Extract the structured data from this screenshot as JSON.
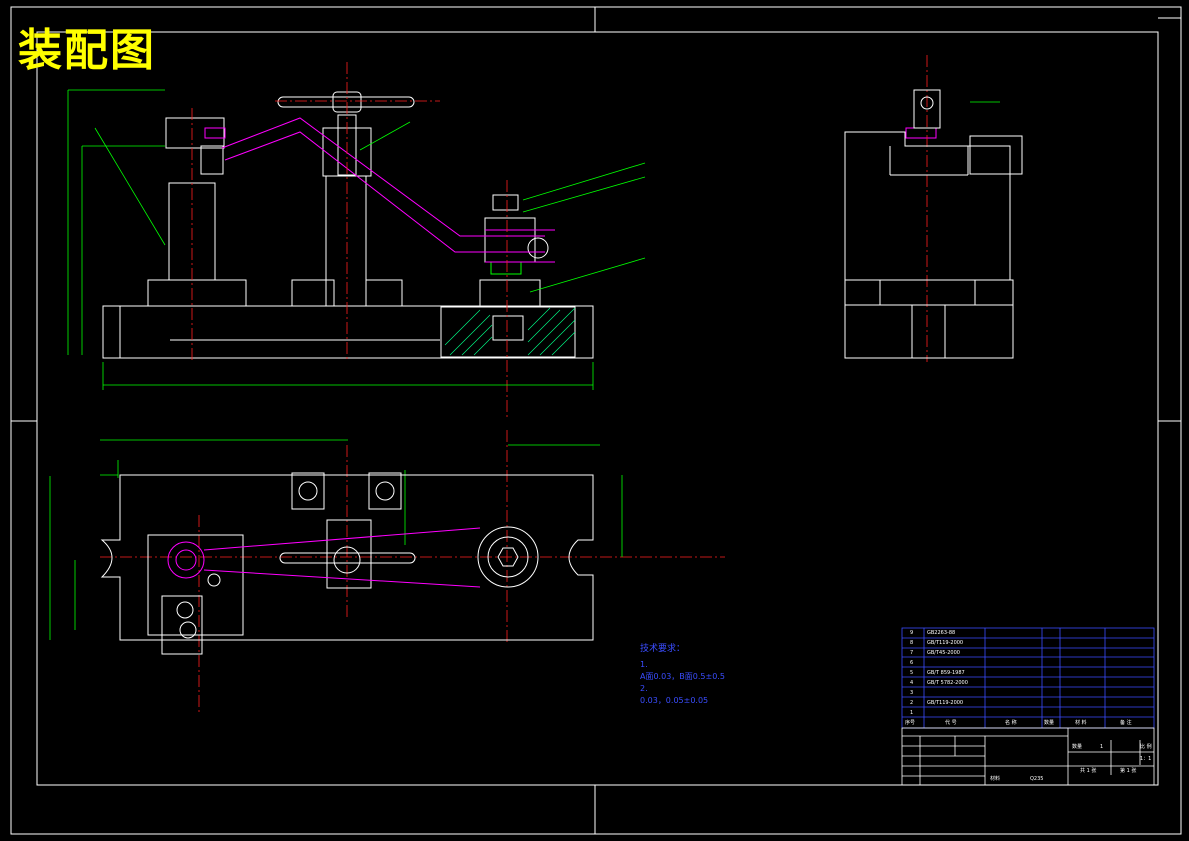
{
  "drawing": {
    "title": "装配图",
    "technical_requirements": {
      "heading": "技术要求：",
      "lines": [
        "1. ",
        "A面0.03，B面0.5±0.5",
        "2. ",
        "0.03，0.05±0.05"
      ]
    },
    "parts_list": {
      "rows": [
        {
          "no": "9",
          "code": "GB2263-88"
        },
        {
          "no": "8",
          "code": "GB/T119-2000"
        },
        {
          "no": "7",
          "code": "GB/T45-2000"
        },
        {
          "no": "6",
          "code": ""
        },
        {
          "no": "5",
          "code": "GB/T 859-1987"
        },
        {
          "no": "4",
          "code": "GB/T 5782-2000"
        },
        {
          "no": "3",
          "code": ""
        },
        {
          "no": "2",
          "code": "GB/T119-2000"
        },
        {
          "no": "1",
          "code": ""
        }
      ],
      "header": [
        "序号",
        "代 号",
        "名 称",
        "数量",
        "材 料",
        "备 注"
      ]
    },
    "title_block": {
      "scale_label": "比 例",
      "scale_value": "1：1",
      "quantity_label": "数量",
      "quantity_value": "1",
      "sheet_of": "共 1 张",
      "sheet_no": "第 1 张",
      "material_label": "材料",
      "material_value": "Q235"
    },
    "colors": {
      "background": "#000000",
      "outline": "#ffffff",
      "dimension": "#00ff00",
      "centerline": "#ff2020",
      "highlight": "#ff00ff",
      "title": "#ffff00",
      "table": "#3a4dff"
    }
  }
}
